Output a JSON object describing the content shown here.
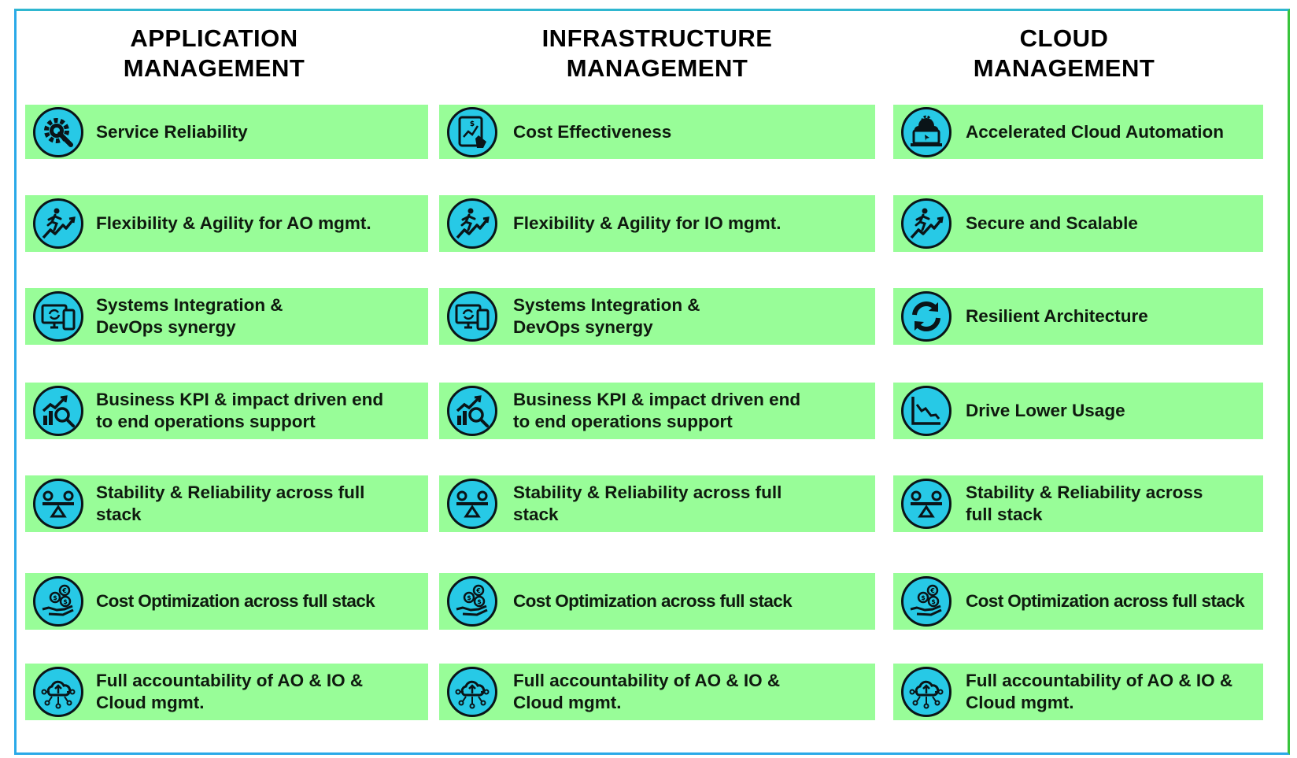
{
  "columns": [
    {
      "title_line1": "APPLICATION",
      "title_line2": "MANAGEMENT",
      "items": [
        {
          "line1": "Service Reliability",
          "line2": "",
          "icon": "wrench-gear-icon"
        },
        {
          "line1": "Flexibility & Agility for AO mgmt.",
          "line2": "",
          "icon": "runner-growth-icon"
        },
        {
          "line1": "Systems Integration &",
          "line2": "DevOps synergy",
          "icon": "devices-sync-icon"
        },
        {
          "line1": "Business KPI & impact driven end",
          "line2": "to end operations support",
          "icon": "chart-magnifier-icon"
        },
        {
          "line1": "Stability & Reliability across full",
          "line2": "stack",
          "icon": "balance-scale-icon"
        },
        {
          "line1": "Cost Optimization across full stack",
          "line2": "",
          "icon": "hand-coins-icon"
        },
        {
          "line1": "Full accountability of AO & IO &",
          "line2": "Cloud mgmt.",
          "icon": "cloud-network-icon"
        }
      ]
    },
    {
      "title_line1": "INFRASTRUCTURE",
      "title_line2": "MANAGEMENT",
      "items": [
        {
          "line1": "Cost Effectiveness",
          "line2": "",
          "icon": "tablet-chart-icon"
        },
        {
          "line1": "Flexibility & Agility for IO mgmt.",
          "line2": "",
          "icon": "runner-growth-icon"
        },
        {
          "line1": "Systems Integration &",
          "line2": "DevOps synergy",
          "icon": "devices-sync-icon"
        },
        {
          "line1": "Business KPI & impact driven end",
          "line2": "to end operations support",
          "icon": "chart-magnifier-icon"
        },
        {
          "line1": "Stability & Reliability across full",
          "line2": "stack",
          "icon": "balance-scale-icon"
        },
        {
          "line1": "Cost Optimization across full stack",
          "line2": "",
          "icon": "hand-coins-icon"
        },
        {
          "line1": "Full accountability of AO & IO &",
          "line2": "Cloud mgmt.",
          "icon": "cloud-network-icon"
        }
      ]
    },
    {
      "title_line1": "CLOUD",
      "title_line2": "MANAGEMENT",
      "items": [
        {
          "line1": "Accelerated Cloud Automation",
          "line2": "",
          "icon": "laptop-cloud-icon"
        },
        {
          "line1": "Secure and Scalable",
          "line2": "",
          "icon": "runner-growth-icon"
        },
        {
          "line1": "Resilient Architecture",
          "line2": "",
          "icon": "refresh-cycle-icon"
        },
        {
          "line1": "Drive Lower Usage",
          "line2": "",
          "icon": "declining-chart-icon"
        },
        {
          "line1": "Stability & Reliability across",
          "line2": "full stack",
          "icon": "balance-scale-icon"
        },
        {
          "line1": "Cost Optimization across full stack",
          "line2": "",
          "icon": "hand-coins-icon"
        },
        {
          "line1": "Full accountability of AO & IO &",
          "line2": "Cloud mgmt.",
          "icon": "cloud-network-icon"
        }
      ]
    }
  ],
  "colors": {
    "card_fill": "#98fd98",
    "icon_fill": "#27c9e6",
    "frame_left": "#2aa9e8",
    "frame_right": "#39c43c"
  }
}
